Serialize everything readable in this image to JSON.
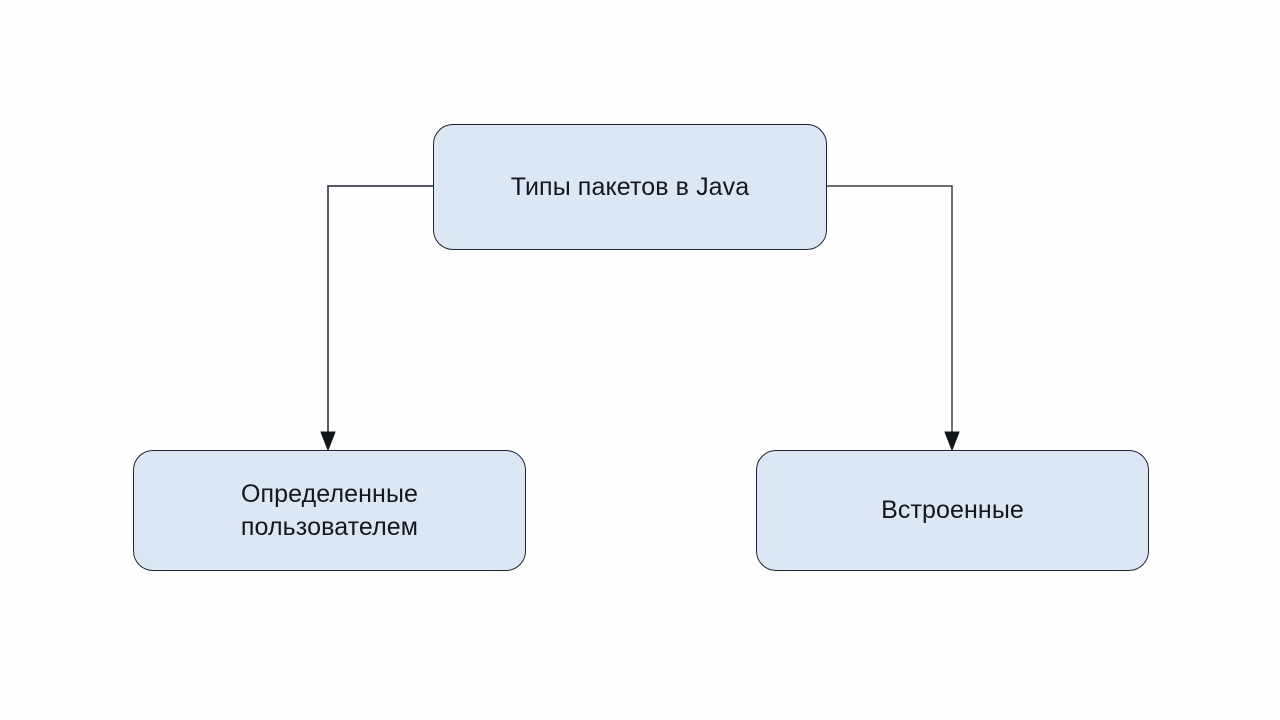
{
  "diagram": {
    "type": "tree",
    "background_color": "#fefefe",
    "node_fill_color": "#dce7f5",
    "node_border_color": "#1f2430",
    "text_color": "#14171c",
    "connector_color": "#1f2430",
    "root": {
      "id": "root",
      "label": "Типы пакетов в Java"
    },
    "children": [
      {
        "id": "user-defined",
        "label": "Определенные\nпользователем"
      },
      {
        "id": "builtin",
        "label": "Встроенные"
      }
    ],
    "connectors": [
      {
        "id": "root-to-user-defined",
        "from": "root",
        "to": "user-defined",
        "arrow": "arrowhead-down-icon"
      },
      {
        "id": "root-to-builtin",
        "from": "root",
        "to": "builtin",
        "arrow": "arrowhead-down-icon"
      }
    ]
  }
}
